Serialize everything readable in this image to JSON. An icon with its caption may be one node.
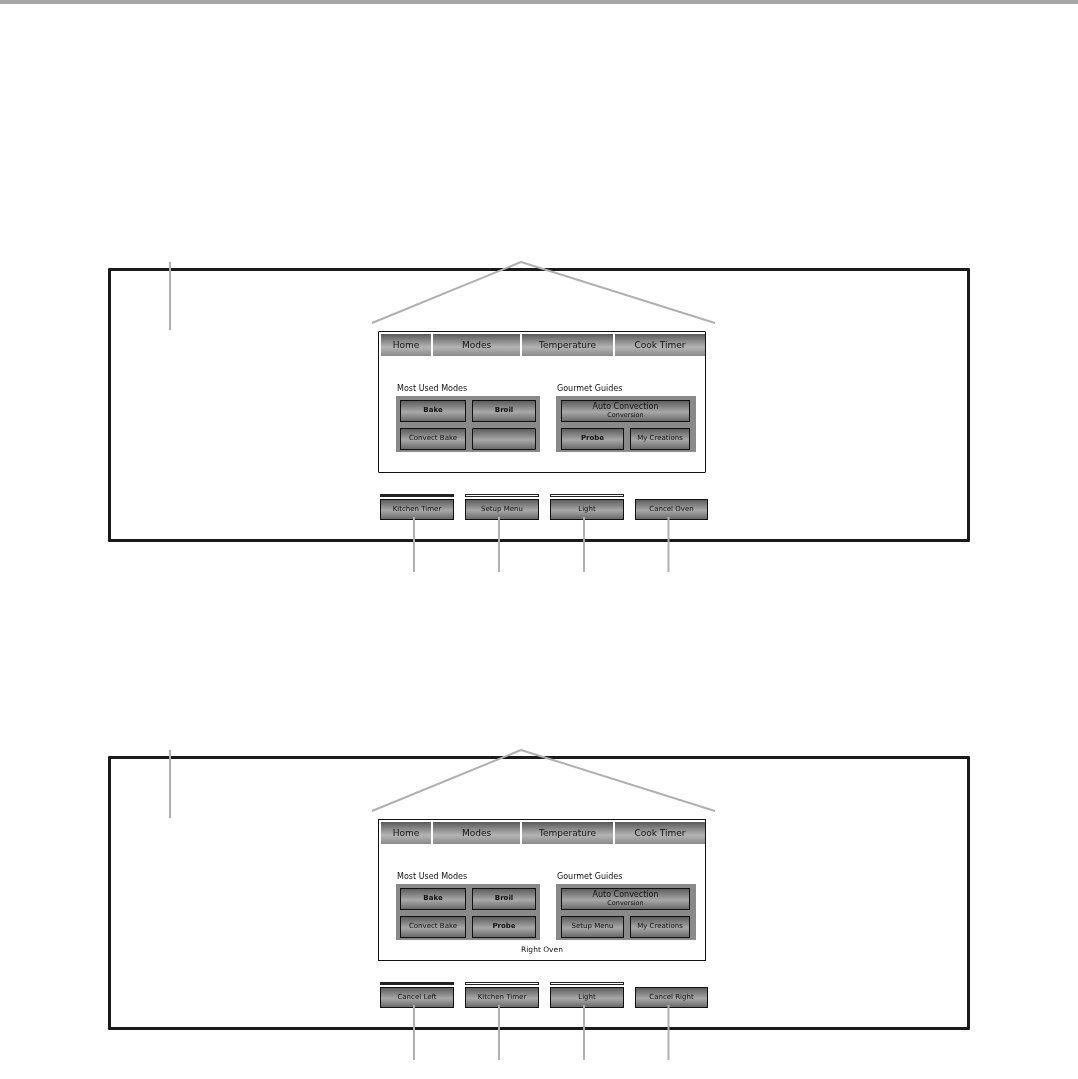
{
  "diagram": {
    "nodes": [
      {
        "text": [],
        "shape": "box"
      },
      {
        "text": [],
        "shape": "box",
        "in": 0
      },
      {
        "text": [
          "Home"
        ],
        "in": 1
      },
      {
        "text": [
          "Modes"
        ],
        "in": 1
      },
      {
        "text": [
          "Temperature"
        ],
        "in": 1
      },
      {
        "text": [
          "Cook Timer"
        ],
        "in": 1
      },
      {
        "text": [
          "Most Used Modes"
        ],
        "in": 1
      },
      {
        "text": [
          "Bake"
        ],
        "in": 6
      },
      {
        "text": [
          "Broil"
        ],
        "in": 6
      },
      {
        "text": [
          "Convect Bake"
        ],
        "in": 6
      },
      {
        "text": [],
        "shape": "box",
        "in": 6
      },
      {
        "text": [
          "Gourmet Guides"
        ],
        "in": 1
      },
      {
        "text": [
          "Auto Convection",
          "Conversion"
        ],
        "in": 11
      },
      {
        "text": [
          "Probe"
        ],
        "in": 11
      },
      {
        "text": [
          "My Creations"
        ],
        "in": 11
      },
      {
        "text": [
          "Kitchen Timer"
        ],
        "in": 0
      },
      {
        "text": [
          "Setup Menu"
        ],
        "in": 0
      },
      {
        "text": [
          "Light"
        ],
        "in": 0
      },
      {
        "text": [
          "Cancel Oven"
        ],
        "in": 0
      },
      {
        "text": [],
        "shape": "box"
      },
      {
        "text": [
          "Right Oven"
        ],
        "in": 19
      },
      {
        "text": [
          "Home"
        ],
        "in": 20
      },
      {
        "text": [
          "Modes"
        ],
        "in": 20
      },
      {
        "text": [
          "Temperature"
        ],
        "in": 20
      },
      {
        "text": [
          "Cook Timer"
        ],
        "in": 20
      },
      {
        "text": [
          "Most Used Modes"
        ],
        "in": 20
      },
      {
        "text": [
          "Bake"
        ],
        "in": 25
      },
      {
        "text": [
          "Broil"
        ],
        "in": 25
      },
      {
        "text": [
          "Convect Bake"
        ],
        "in": 25
      },
      {
        "text": [
          "Probe"
        ],
        "in": 25
      },
      {
        "text": [
          "Gourmet Guides"
        ],
        "in": 20
      },
      {
        "text": [
          "Auto Convection",
          "Conversion"
        ],
        "in": 30
      },
      {
        "text": [
          "Setup Menu"
        ],
        "in": 30
      },
      {
        "text": [
          "My Creations"
        ],
        "in": 30
      },
      {
        "text": [
          "Cancel Left"
        ],
        "in": 19
      },
      {
        "text": [
          "Kitchen Timer"
        ],
        "in": 19
      },
      {
        "text": [
          "Light"
        ],
        "in": 19
      },
      {
        "text": [
          "Cancel Right"
        ],
        "in": 19
      }
    ],
    "edges": [
      {
        "from": null,
        "to": 0,
        "arrow": "none"
      },
      {
        "from": 1,
        "to": null,
        "arrow": "none"
      },
      {
        "from": 1,
        "to": null,
        "arrow": "none"
      },
      {
        "from": 15,
        "to": null,
        "arrow": "none"
      },
      {
        "from": 16,
        "to": null,
        "arrow": "none"
      },
      {
        "from": 17,
        "to": null,
        "arrow": "none"
      },
      {
        "from": 18,
        "to": null,
        "arrow": "none"
      },
      {
        "from": null,
        "to": 19,
        "arrow": "none"
      },
      {
        "from": 20,
        "to": null,
        "arrow": "none"
      },
      {
        "from": 20,
        "to": null,
        "arrow": "none"
      },
      {
        "from": 34,
        "to": null,
        "arrow": "none"
      },
      {
        "from": 35,
        "to": null,
        "arrow": "none"
      },
      {
        "from": 36,
        "to": null,
        "arrow": "none"
      },
      {
        "from": 37,
        "to": null,
        "arrow": "none"
      }
    ]
  }
}
